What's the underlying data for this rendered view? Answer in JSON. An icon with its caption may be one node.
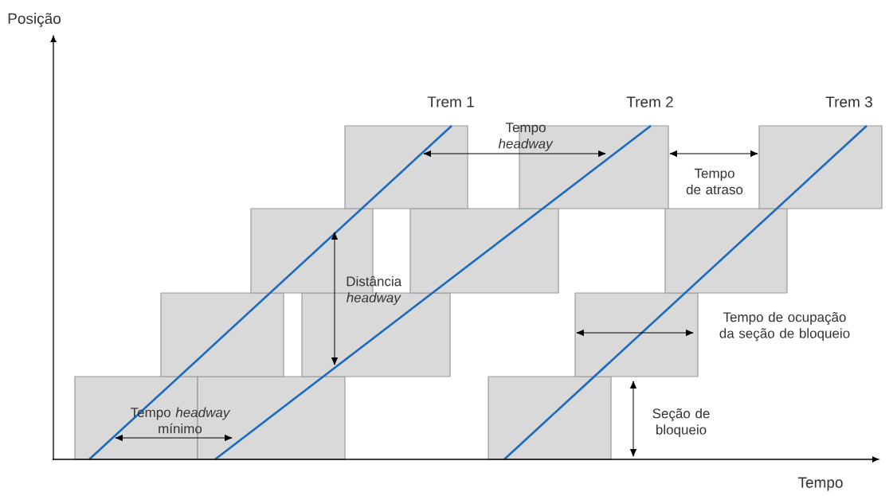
{
  "diagram": {
    "labels": [
      "Posição",
      "Trem 1",
      "Trem 2",
      "Trem 3",
      "Tempo *headway*",
      "Tempo de atraso",
      "Distância *headway*",
      "Tempo de ocupação da seção de bloqueio",
      "Tempo *headway* mínimo",
      "Seção de bloqueio",
      "Tempo"
    ]
  }
}
